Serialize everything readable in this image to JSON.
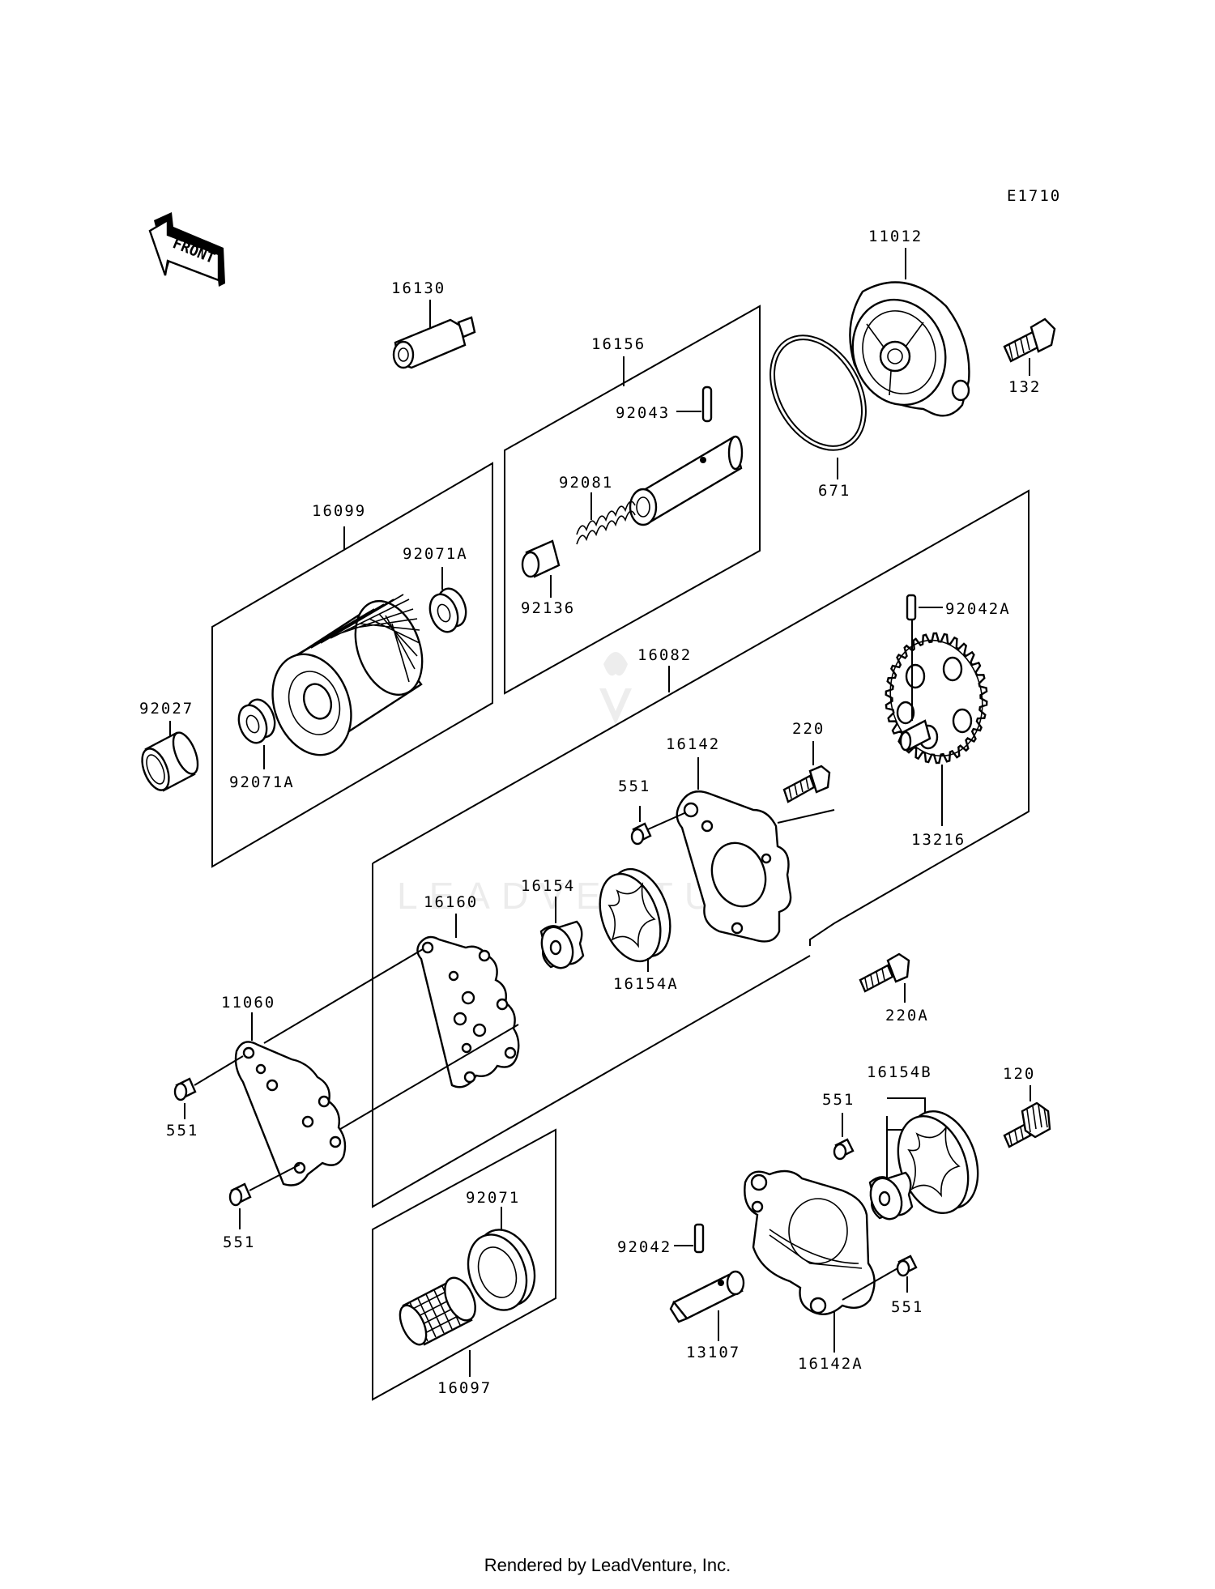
{
  "diagram_code": "E1710",
  "front_arrow_label": "FRONT",
  "watermark": "LEADVENTURE",
  "footer": "Rendered by LeadVenture, Inc.",
  "labels": {
    "p16130": "16130",
    "p16156": "16156",
    "p92043": "92043",
    "p92081": "92081",
    "p92136": "92136",
    "p11012": "11012",
    "p132": "132",
    "p671": "671",
    "p16099": "16099",
    "p92071A_top": "92071A",
    "p92071A_bottom": "92071A",
    "p92027": "92027",
    "p16082": "16082",
    "p92042A": "92042A",
    "p220": "220",
    "p16142": "16142",
    "p551_upper": "551",
    "p13216": "13216",
    "p16154": "16154",
    "p16160": "16160",
    "p16154A": "16154A",
    "p220A": "220A",
    "p11060": "11060",
    "p551_left": "551",
    "p551_lower": "551",
    "p16154B": "16154B",
    "p120": "120",
    "p551_right_top": "551",
    "p92071": "92071",
    "p92042": "92042",
    "p551_right_bottom": "551",
    "p13107": "13107",
    "p16142A": "16142A",
    "p16097": "16097"
  }
}
